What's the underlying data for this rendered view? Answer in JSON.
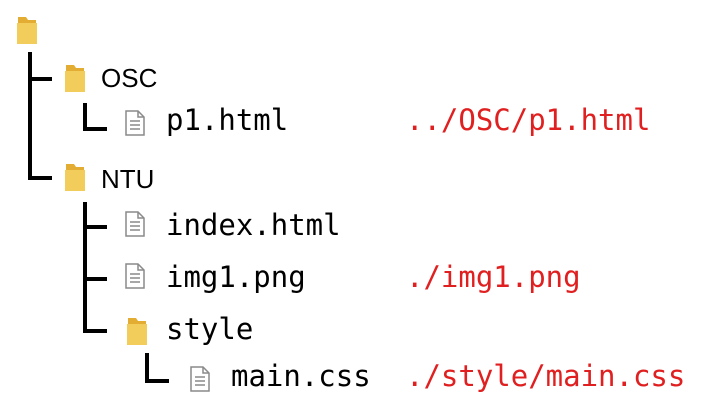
{
  "tree": {
    "root": {
      "icon": "folder-icon"
    },
    "nodes": [
      {
        "id": "osc",
        "name": "OSC",
        "icon": "folder-icon",
        "path": ""
      },
      {
        "id": "p1",
        "name": "p1.html",
        "icon": "file-icon",
        "path": "../OSC/p1.html"
      },
      {
        "id": "ntu",
        "name": "NTU",
        "icon": "folder-icon",
        "path": ""
      },
      {
        "id": "index",
        "name": "index.html",
        "icon": "file-icon",
        "path": ""
      },
      {
        "id": "img1",
        "name": "img1.png",
        "icon": "file-icon",
        "path": "./img1.png"
      },
      {
        "id": "style",
        "name": "style",
        "icon": "folder-icon",
        "path": ""
      },
      {
        "id": "main",
        "name": "main.css",
        "icon": "file-icon",
        "path": "./style/main.css"
      }
    ]
  },
  "colors": {
    "path_text": "#e02020",
    "folder_fill": "#f3cd5b",
    "folder_back": "#e2ad32",
    "file_fill": "#ffffff",
    "file_stroke": "#8a8a8a",
    "line": "#000000"
  }
}
